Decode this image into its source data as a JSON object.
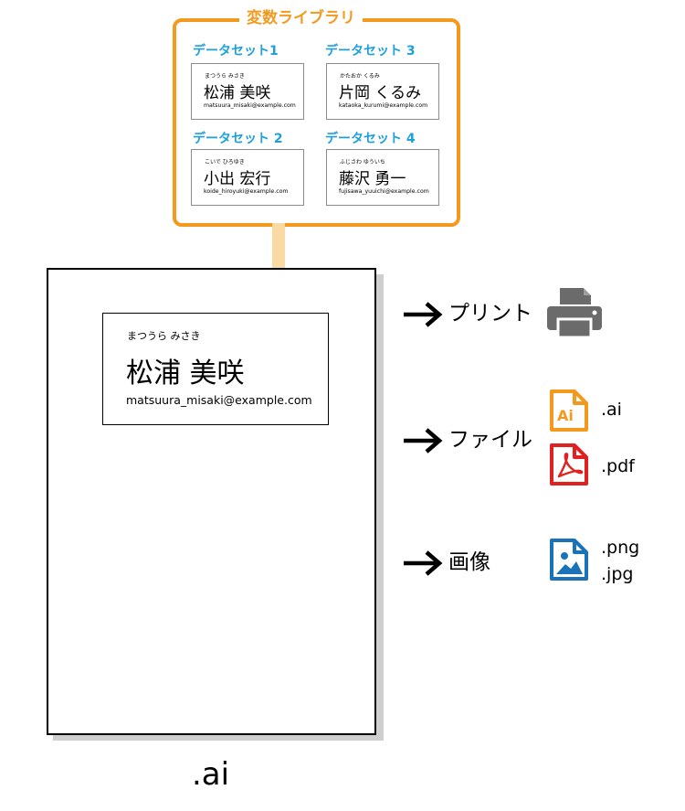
{
  "library": {
    "title": "変数ライブラリ",
    "datasets": [
      {
        "label": "データセット1",
        "kana": "まつうら みさき",
        "name": "松浦 美咲",
        "email": "matsuura_misaki@example.com"
      },
      {
        "label": "データセット 3",
        "kana": "かたおか くるみ",
        "name": "片岡 くるみ",
        "email": "kataoka_kurumi@example.com"
      },
      {
        "label": "データセット 2",
        "kana": "こいで ひろゆき",
        "name": "小出 宏行",
        "email": "koide_hiroyuki@example.com"
      },
      {
        "label": "データセット 4",
        "kana": "ふじさわ ゆういち",
        "name": "藤沢 勇一",
        "email": "fujisawa_yuuichi@example.com"
      }
    ]
  },
  "document": {
    "card": {
      "kana": "まつうら みさき",
      "name": "松浦 美咲",
      "email": "matsuura_misaki@example.com"
    },
    "extension": ".ai"
  },
  "outputs": {
    "print": {
      "label": "プリント"
    },
    "file": {
      "label": "ファイル",
      "ext_ai": ".ai",
      "ext_pdf": ".pdf",
      "icon_ai_text": "Ai"
    },
    "image": {
      "label": "画像",
      "ext_png": ".png",
      "ext_jpg": ".jpg"
    }
  },
  "colors": {
    "library_border": "#f39a1e",
    "dataset_label": "#1ea0dc",
    "connector": "#fbd9a3",
    "ai_icon": "#f39a1e",
    "pdf_icon": "#e0211f",
    "image_icon": "#1a72b8",
    "printer_icon": "#6b6b6b"
  }
}
